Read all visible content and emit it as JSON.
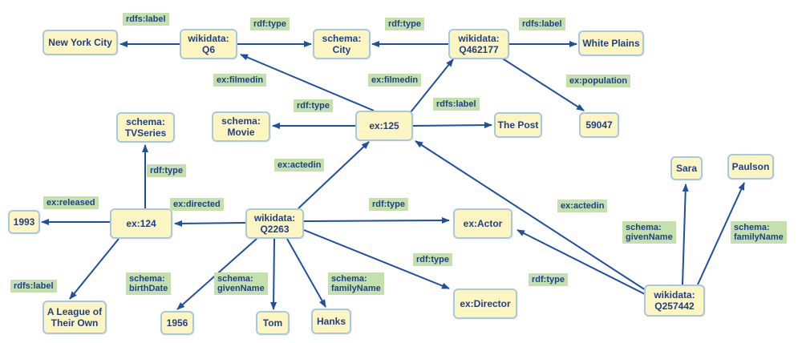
{
  "nodes": {
    "nyc": "New York City",
    "q6": "wikidata:\nQ6",
    "city": "schema:\nCity",
    "q462177": "wikidata:\nQ462177",
    "white_plains": "White Plains",
    "tvseries": "schema:\nTVSeries",
    "movie": "schema:\nMovie",
    "ex125": "ex:125",
    "the_post": "The Post",
    "pop_value": "59047",
    "sara": "Sara",
    "paulson": "Paulson",
    "y1993": "1993",
    "ex124": "ex:124",
    "q2263": "wikidata:\nQ2263",
    "actor": "ex:Actor",
    "league": "A League of\nTheir Own",
    "y1956": "1956",
    "tom": "Tom",
    "hanks": "Hanks",
    "director": "ex:Director",
    "q257442": "wikidata:\nQ257442"
  },
  "edge_labels": {
    "q6_label": "rdfs:label",
    "q6_type": "rdf:type",
    "q462177_type": "rdf:type",
    "q462177_label": "rdfs:label",
    "filmedin_q6": "ex:filmedin",
    "filmedin_q462177": "ex:filmedin",
    "population": "ex:population",
    "ex125_type": "rdf:type",
    "ex125_label": "rdfs:label",
    "ex124_type": "rdf:type",
    "actedin_q2263": "ex:actedin",
    "released": "ex:released",
    "directed": "ex:directed",
    "q2263_type_actor": "rdf:type",
    "actedin_q257442": "ex:actedin",
    "q257442_given": "schema:\ngivenName",
    "q257442_family": "schema:\nfamilyName",
    "ex124_label": "rdfs:label",
    "birthdate": "schema:\nbirthDate",
    "q2263_given": "schema:\ngivenName",
    "q2263_family": "schema:\nfamilyName",
    "q2263_type_director": "rdf:type",
    "q257442_type_actor": "rdf:type"
  },
  "colors": {
    "node_fill": "#fdf6c3",
    "node_border": "#a7c8df",
    "edge": "#1f4fa0",
    "label_fill": "#c3e0ad",
    "text": "#1f3f8a"
  }
}
